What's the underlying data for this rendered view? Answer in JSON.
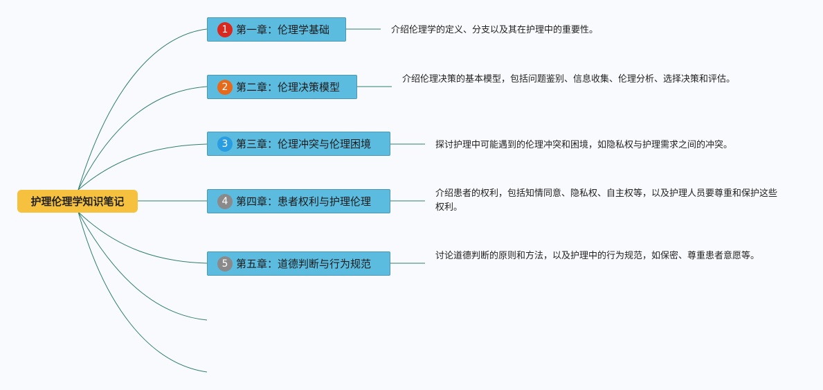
{
  "colors": {
    "background": "#f9fafd",
    "root": "#f5c13e",
    "chapter_box": "#5cbcdf",
    "connector": "#2e7d6f"
  },
  "root": {
    "label": "护理伦理学知识笔记"
  },
  "chapters": [
    {
      "number": "1",
      "badge_color": "#d9281f",
      "label": "第一章：伦理学基础",
      "description": "介绍伦理学的定义、分支以及其在护理中的重要性。"
    },
    {
      "number": "2",
      "badge_color": "#e56a1c",
      "label": "第二章：伦理决策模型",
      "description": "介绍伦理决策的基本模型，包括问题鉴别、信息收集、伦理分析、选择决策和评估。"
    },
    {
      "number": "3",
      "badge_color": "#2a9de0",
      "label": "第三章：伦理冲突与伦理困境",
      "description": "探讨护理中可能遇到的伦理冲突和困境，如隐私权与护理需求之间的冲突。"
    },
    {
      "number": "4",
      "badge_color": "#8a8a8a",
      "label": "第四章：患者权利与护理伦理",
      "description": "介绍患者的权利，包括知情同意、隐私权、自主权等，以及护理人员要尊重和保护这些权利。"
    },
    {
      "number": "5",
      "badge_color": "#8a8a8a",
      "label": "第五章：道德判断与行为规范",
      "description": "讨论道德判断的原则和方法，以及护理中的行为规范，如保密、尊重患者意愿等。"
    }
  ]
}
